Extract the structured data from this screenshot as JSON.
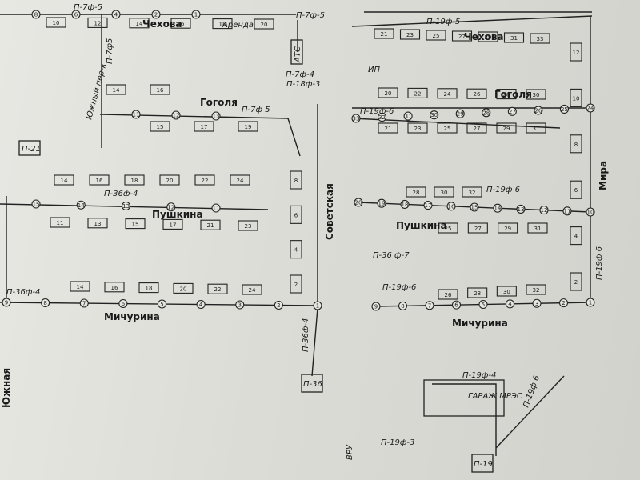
{
  "streets": {
    "chekhova_left": "Чехова",
    "chekhova_right": "Чехова",
    "gogolya_left": "Гоголя",
    "gogolya_right": "Гоголя",
    "pushkina_left": "Пушкина",
    "pushkina_right": "Пушкина",
    "michurina_left": "Мичурина",
    "michurina_right": "Мичурина",
    "sovetskaya": "Советская",
    "mira": "Мира",
    "yuzhnaya": "Южная",
    "yuzhny_per": "Южный пер-к"
  },
  "feeders": {
    "p7f5_top": "П-7ф-5",
    "p7f5_vert": "П-7ф5",
    "p7f5_gogol": "П-7ф 5",
    "p7f5_mid": "П-7ф-5",
    "p19f5_top": "П-19ф-5",
    "p7f4": "П-7ф-4",
    "p18f3": "П-18ф-3",
    "p19f6_gogol": "П-19ф-6",
    "p36f4_push": "П-36ф-4",
    "p19f6_push": "П-19ф 6",
    "p36f7": "П-36 ф-7",
    "p36f4_mich": "П-36ф-4",
    "p19f6_mich": "П-19ф-6",
    "p36f4_vert": "П-36ф-4",
    "p19f4": "П-19ф-4",
    "p19f6_diag": "П-19ф 6",
    "p19f3": "П-19ф-3",
    "p19f6_mira": "П-19ф 6"
  },
  "substations": {
    "p21": "П-21",
    "p36": "П-36",
    "p19": "П-19",
    "atc": "АТС",
    "vru": "ВРУ",
    "garage": "ГАРАЖ МРЭС"
  },
  "annotations": {
    "arenda": "Аренда",
    "ip": "ИП"
  },
  "poles": {
    "chekhova": [
      "8",
      "6",
      "4",
      "2",
      "1"
    ],
    "gogolya_left": [
      "11",
      "12",
      "13"
    ],
    "pushkina_left": [
      "15",
      "14",
      "13",
      "12",
      "11"
    ],
    "michurina_left": [
      "9",
      "8",
      "7",
      "6",
      "5",
      "4",
      "3",
      "2",
      "1"
    ],
    "gogolya_right": [
      "33",
      "32",
      "31",
      "30",
      "29",
      "28",
      "27",
      "26",
      "25",
      "24"
    ],
    "pushkina_right": [
      "20",
      "19",
      "18",
      "17",
      "16",
      "15",
      "14",
      "13",
      "12",
      "11",
      "10"
    ],
    "michurina_right": [
      "9",
      "8",
      "7",
      "6",
      "5",
      "4",
      "3",
      "2",
      "1"
    ]
  },
  "houses": {
    "chekhova": [
      "10",
      "12",
      "14",
      "16",
      "18",
      "20"
    ],
    "gogolya_left_top": [
      "14",
      "16"
    ],
    "gogolya_left_bot": [
      "15",
      "17",
      "19"
    ],
    "pushkina_left_top": [
      "14",
      "16",
      "18",
      "20",
      "22",
      "24"
    ],
    "pushkina_left_bot": [
      "11",
      "13",
      "15",
      "17",
      "21",
      "23"
    ],
    "michurina_left": [
      "14",
      "16",
      "18",
      "20",
      "22",
      "24"
    ],
    "gogolya_right_top": [
      "20",
      "22",
      "24",
      "26",
      "28",
      "30"
    ],
    "gogolya_right_bot": [
      "21",
      "23",
      "25",
      "27",
      "29",
      "31"
    ],
    "pushkina_right_top": [
      "28",
      "30",
      "32"
    ],
    "pushkina_right_bot": [
      "25",
      "27",
      "29",
      "31"
    ],
    "michurina_right": [
      "26",
      "28",
      "30",
      "32"
    ],
    "sovetskaya": [
      "2",
      "4",
      "6",
      "8"
    ],
    "mira": [
      "2",
      "4",
      "6",
      "8",
      "10",
      "12"
    ],
    "chekhova_right": [
      "21",
      "23",
      "25",
      "27",
      "29",
      "31",
      "33"
    ]
  }
}
